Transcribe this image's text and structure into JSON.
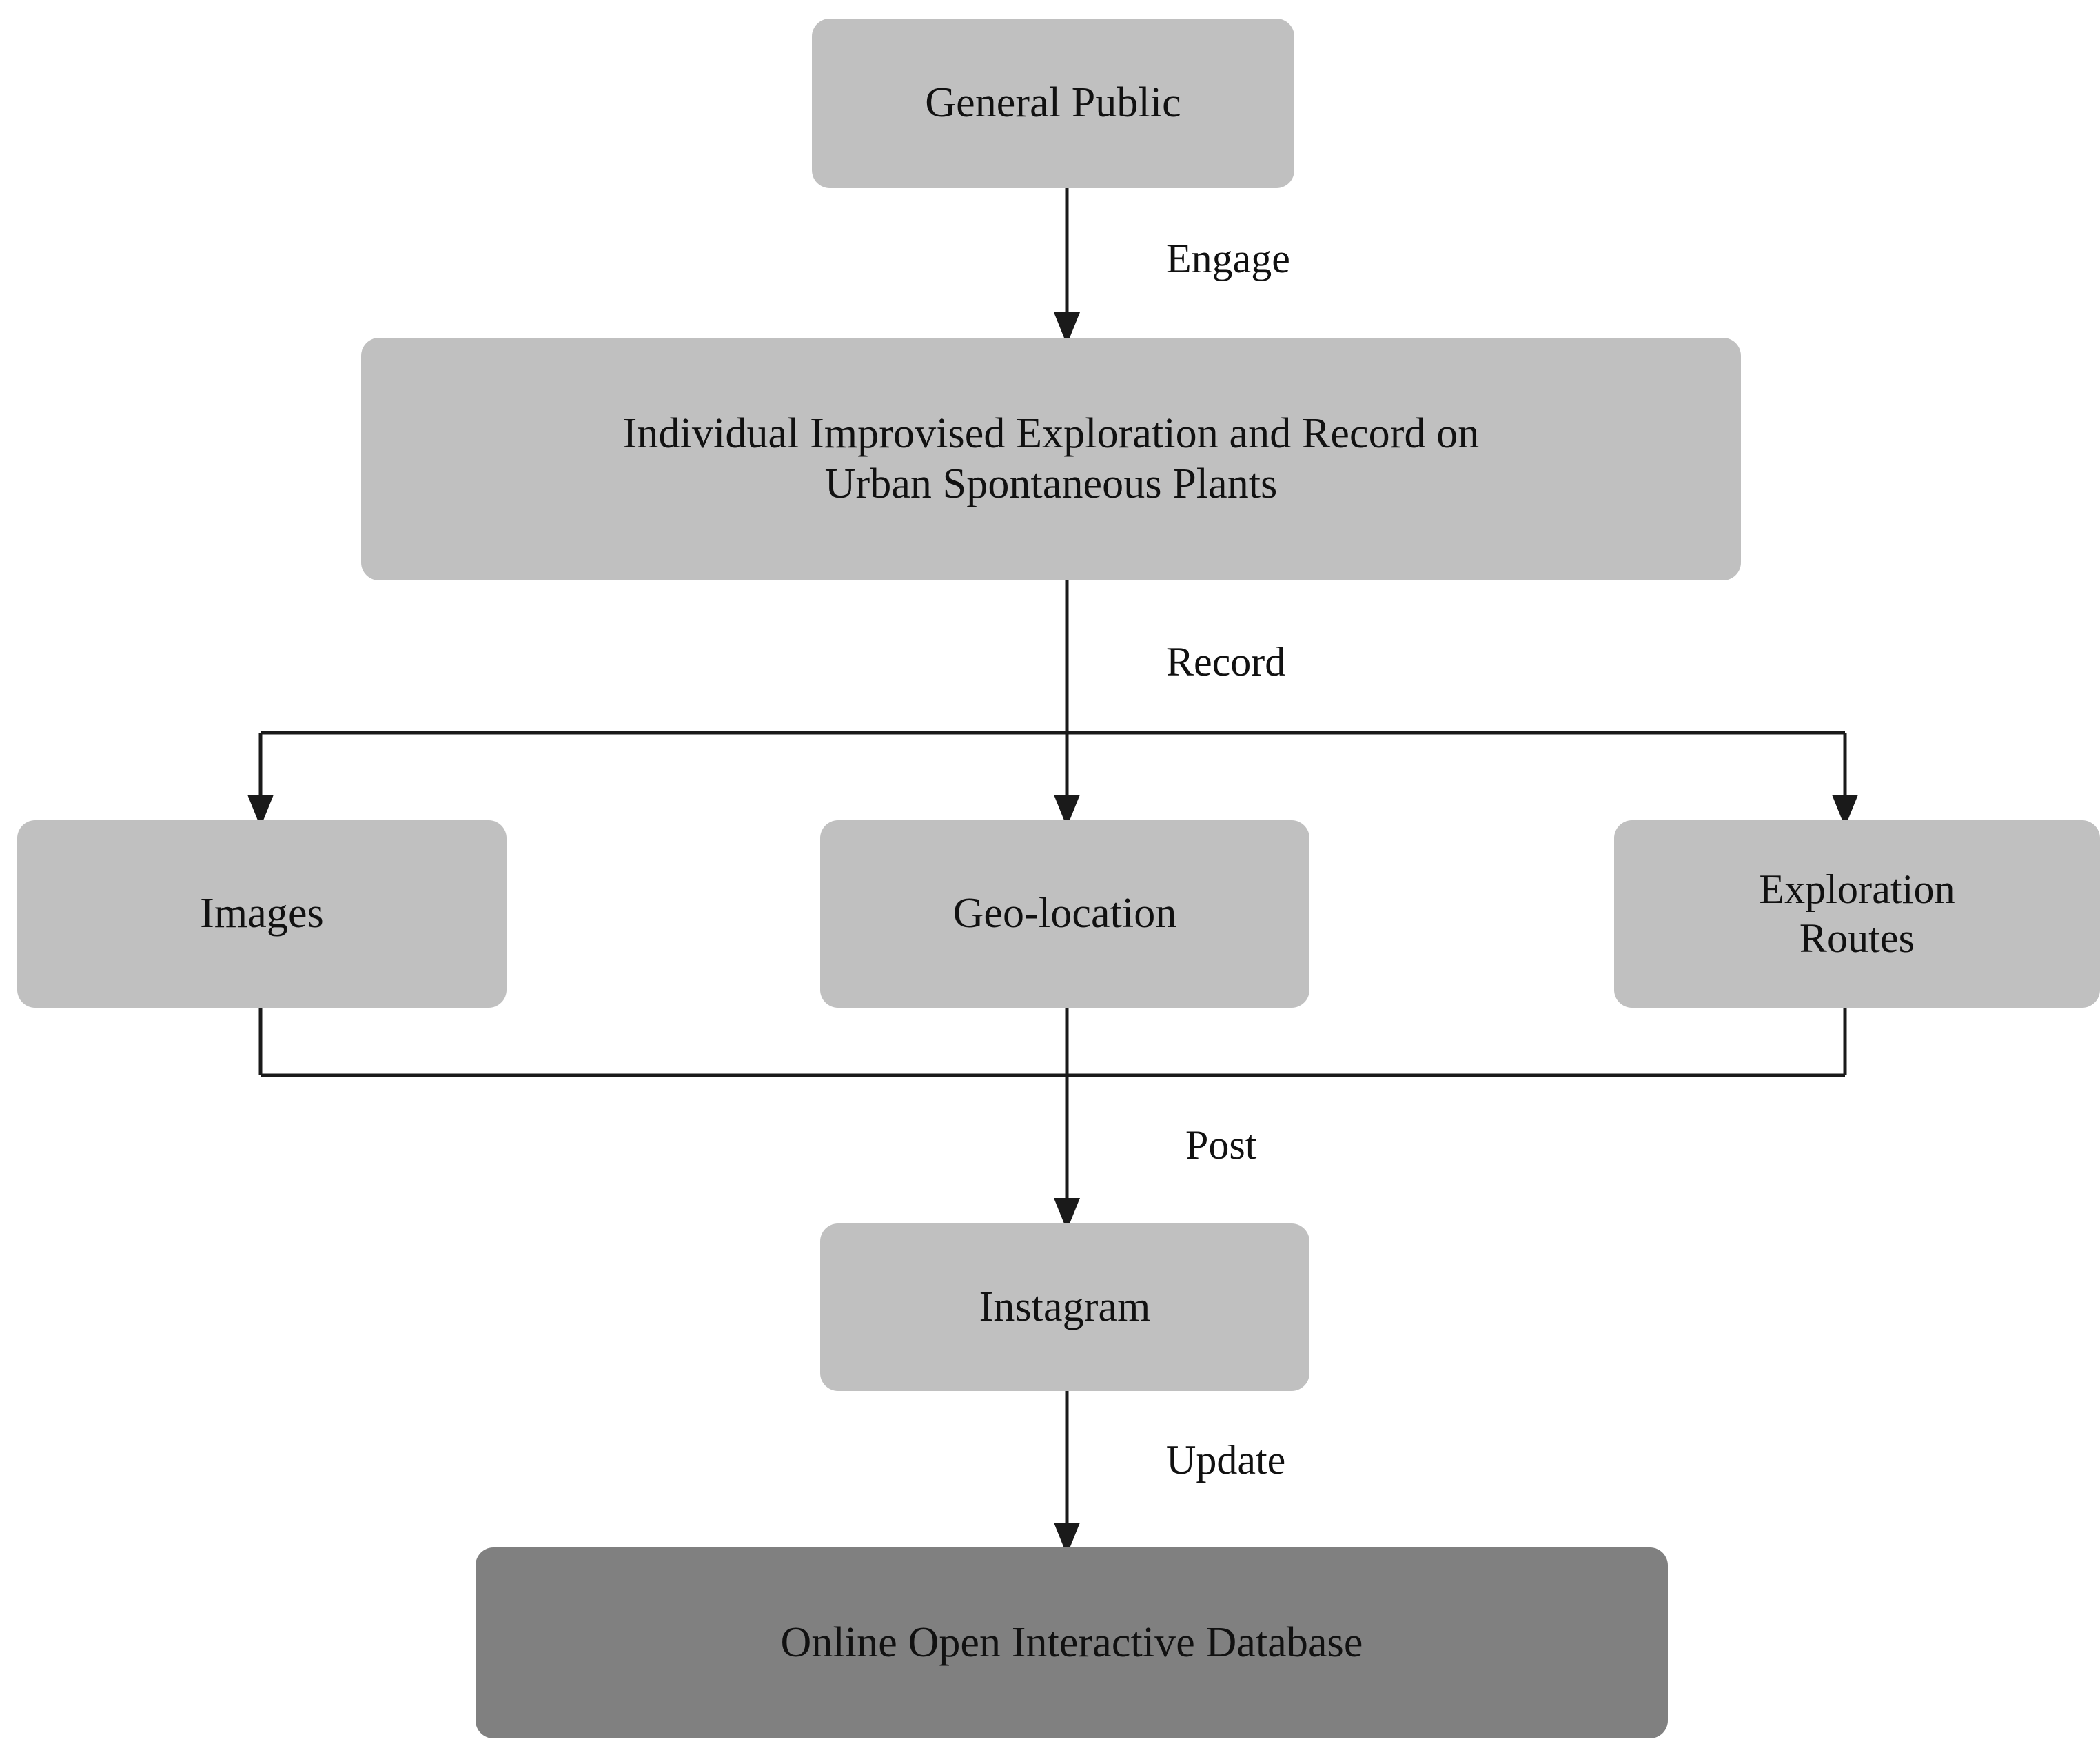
{
  "diagram": {
    "type": "flowchart",
    "orientation": "top-to-bottom",
    "colors": {
      "node_light_fill": "#c0c0c0",
      "node_dark_fill": "#808080",
      "connector_stroke": "#1a1a1a",
      "text": "#111111",
      "background": "#ffffff"
    },
    "nodes": [
      {
        "id": "general-public",
        "label": "General Public",
        "style": "light"
      },
      {
        "id": "individual-exploration",
        "label": "Individual Improvised Exploration and Record on\nUrban Spontaneous Plants",
        "style": "light"
      },
      {
        "id": "images",
        "label": "Images",
        "style": "light"
      },
      {
        "id": "geo-location",
        "label": "Geo-location",
        "style": "light"
      },
      {
        "id": "exploration-routes",
        "label": "Exploration\nRoutes",
        "style": "light"
      },
      {
        "id": "instagram",
        "label": "Instagram",
        "style": "light"
      },
      {
        "id": "online-database",
        "label": "Online Open Interactive Database",
        "style": "dark"
      }
    ],
    "edges": [
      {
        "id": "engage",
        "from": "general-public",
        "to": "individual-exploration",
        "label": "Engage"
      },
      {
        "id": "record",
        "from": "individual-exploration",
        "to": "images, geo-location, exploration-routes",
        "label": "Record"
      },
      {
        "id": "post",
        "from": "images, geo-location, exploration-routes",
        "to": "instagram",
        "label": "Post"
      },
      {
        "id": "update",
        "from": "instagram",
        "to": "online-database",
        "label": "Update"
      }
    ]
  }
}
